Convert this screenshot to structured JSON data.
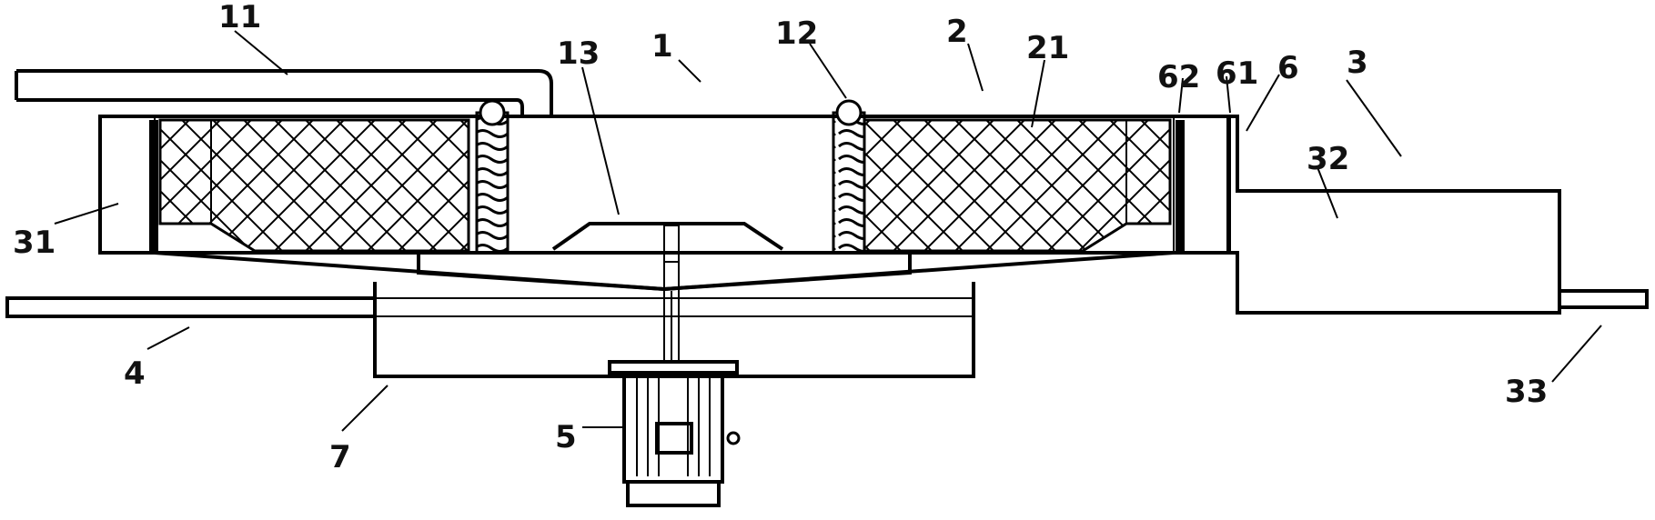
{
  "diagram": {
    "labels": {
      "l11": "11",
      "l13": "13",
      "l1": "1",
      "l12": "12",
      "l2": "2",
      "l21": "21",
      "l62": "62",
      "l61": "61",
      "l6": "6",
      "l3": "3",
      "l32": "32",
      "l31": "31",
      "l4": "4",
      "l5": "5",
      "l7": "7",
      "l33": "33"
    },
    "colors": {
      "line": "#000000",
      "background": "#ffffff"
    }
  }
}
